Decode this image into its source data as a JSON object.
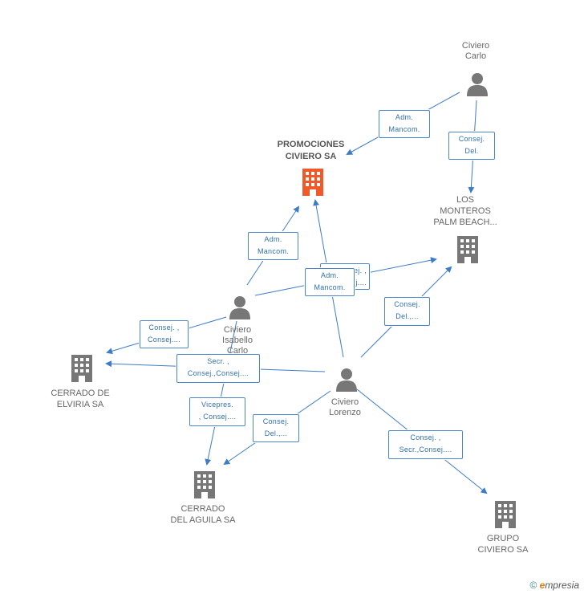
{
  "companies": {
    "promociones": {
      "name_1": "PROMOCIONES",
      "name_2": "CIVIERO SA",
      "color": "#f05a28"
    },
    "monteros": {
      "name_1": "LOS",
      "name_2": "MONTEROS",
      "name_3": "PALM BEACH..."
    },
    "elviria": {
      "name_1": "CERRADO DE",
      "name_2": "ELVIRIA SA"
    },
    "aguila": {
      "name_1": "CERRADO",
      "name_2": "DEL AGUILA SA"
    },
    "grupo": {
      "name_1": "GRUPO",
      "name_2": "CIVIERO SA"
    }
  },
  "people": {
    "carlo": {
      "name_1": "Civiero",
      "name_2": "Carlo"
    },
    "isabello": {
      "name_1": "Civiero",
      "name_2": "Isabello",
      "name_3": "Carlo"
    },
    "lorenzo": {
      "name_1": "Civiero",
      "name_2": "Lorenzo"
    }
  },
  "relations": {
    "carlo_promo": {
      "l1": "Adm.",
      "l2": "Mancom."
    },
    "carlo_monteros": {
      "l1": "Consej.",
      "l2": "Del."
    },
    "isabello_promo": {
      "l1": "Adm.",
      "l2": "Mancom."
    },
    "isabello_monteros": {
      "l1": "Consej. ,",
      "l2": "Consej...."
    },
    "lorenzo_promo": {
      "l1": "Adm.",
      "l2": "Mancom."
    },
    "lorenzo_monteros": {
      "l1": "Consej.",
      "l2": "Del.,..."
    },
    "isabello_elviria": {
      "l1": "Consej. ,",
      "l2": "Consej...."
    },
    "lorenzo_elviria": {
      "l1": "Secr. ,",
      "l2": "Consej.,Consej...."
    },
    "isabello_aguila": {
      "l1": "Vicepres.",
      "l2": ", Consej...."
    },
    "lorenzo_aguila": {
      "l1": "Consej.",
      "l2": "Del.,..."
    },
    "lorenzo_grupo": {
      "l1": "Consej. ,",
      "l2": "Secr.,Consej...."
    }
  },
  "colors": {
    "line": "#3d7cc9",
    "building": "#777777",
    "person": "#777777"
  },
  "footer": {
    "symbol": "©",
    "brand_e": "e",
    "brand_rest": "mpresia"
  }
}
